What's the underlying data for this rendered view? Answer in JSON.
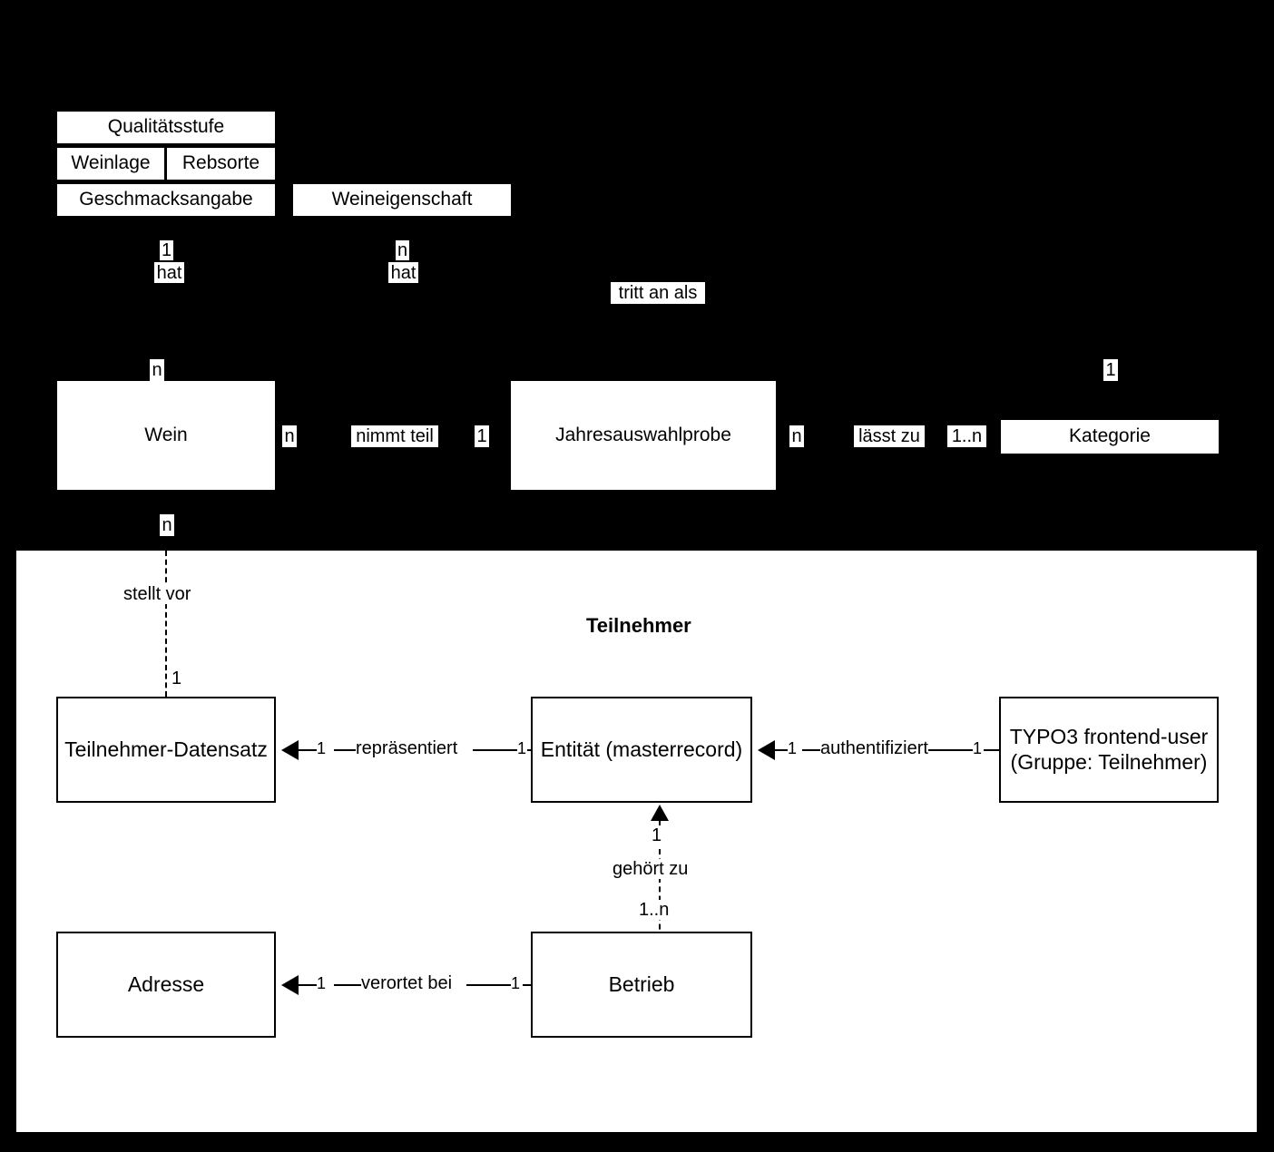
{
  "diagram": {
    "type": "entity-relationship-diagram",
    "language": "de",
    "colors": {
      "upper_background": "#000000",
      "panel_background": "#ffffff",
      "box_fill": "#ffffff",
      "stroke": "#000000",
      "text": "#000000"
    }
  },
  "upper": {
    "quality_stack": {
      "row1": "Qualitätsstufe",
      "row2_left": "Weinlage",
      "row2_right": "Rebsorte",
      "row3": "Geschmacksangabe"
    },
    "wine_property_box": "Weineigenschaft",
    "entities": {
      "wein": "Wein",
      "jahresauswahlprobe": "Jahresauswahlprobe",
      "kategorie": "Kategorie"
    },
    "relations": {
      "hat_left_card": "1",
      "hat_left_label": "hat",
      "hat_right_card": "n",
      "hat_right_label": "hat",
      "tritt_an_als": "tritt an als",
      "wein_top_card": "n",
      "wein_right_card": "n",
      "nimmt_teil": "nimmt teil",
      "nimmt_teil_card": "1",
      "jahres_right_card": "n",
      "laesst_zu": "lässt zu",
      "laesst_zu_card": "1..n",
      "kategorie_top_card": "1",
      "wein_bottom_card": "n"
    }
  },
  "panel": {
    "title": "Teilnehmer",
    "entities": {
      "teilnehmer_datensatz": "Teilnehmer-Datensatz",
      "entitaet": "Entität (masterrecord)",
      "typo3_user_line1": "TYPO3 frontend-user",
      "typo3_user_line2": "(Gruppe: Teilnehmer)",
      "adresse": "Adresse",
      "betrieb": "Betrieb"
    },
    "relations": {
      "stellt_vor_label": "stellt vor",
      "stellt_vor_card": "1",
      "repraesentiert_label": "repräsentiert",
      "repraesentiert_card_left": "1",
      "repraesentiert_card_right": "1",
      "authentifiziert_label": "authentifiziert",
      "authentifiziert_card_left": "1",
      "authentifiziert_card_right": "1",
      "gehoert_zu_label": "gehört zu",
      "gehoert_zu_card_top": "1",
      "gehoert_zu_card_bottom": "1..n",
      "verortet_bei_label": "verortet bei",
      "verortet_bei_card_left": "1",
      "verortet_bei_card_right": "1"
    }
  }
}
